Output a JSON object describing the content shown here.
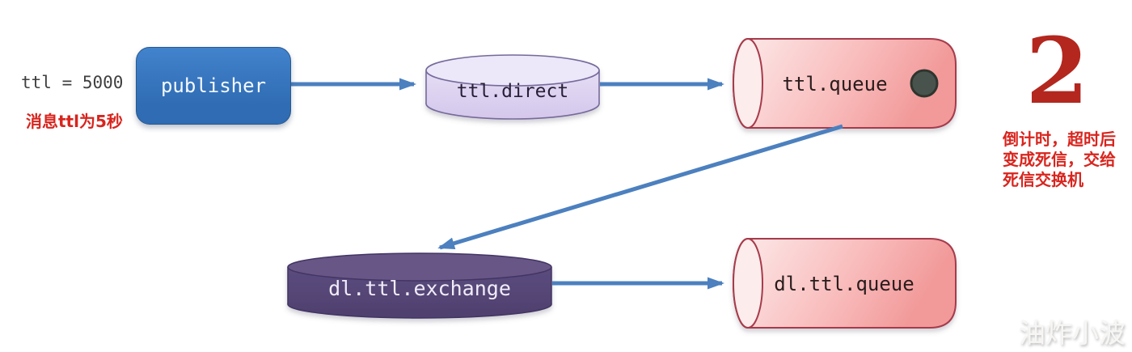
{
  "annotations": {
    "ttl_label": "ttl = 5000",
    "ttl_note": "消息ttl为5秒",
    "step_number": "2",
    "step_note": {
      "lines": [
        "倒计时，超时后",
        "变成死信，交给",
        "死信交换机"
      ]
    },
    "watermark": "油炸小波"
  },
  "nodes": {
    "publisher": {
      "label": "publisher",
      "type": "producer"
    },
    "ttl_direct": {
      "label": "ttl.direct",
      "type": "exchange"
    },
    "ttl_queue": {
      "label": "ttl.queue",
      "type": "queue",
      "has_message_dot": true
    },
    "dl_ttl_exchange": {
      "label": "dl.ttl.exchange",
      "type": "exchange"
    },
    "dl_ttl_queue": {
      "label": "dl.ttl.queue",
      "type": "queue",
      "has_message_dot": false
    }
  },
  "edges": [
    {
      "from": "publisher",
      "to": "ttl_direct"
    },
    {
      "from": "ttl_direct",
      "to": "ttl_queue"
    },
    {
      "from": "ttl_queue",
      "to": "dl_ttl_exchange"
    },
    {
      "from": "dl_ttl_exchange",
      "to": "dl_ttl_queue"
    }
  ],
  "colors": {
    "publisher_blue": "#2f6cb3",
    "arrow_blue": "#4c80bf",
    "lavender_fill": "#ddd2f0",
    "lavender_border": "#766a9b",
    "purple_fill": "#5b4b7e",
    "purple_border": "#423463",
    "pink_fill": "#f7b3b3",
    "pink_border": "#a63b4b",
    "dot_fill": "#4a534e",
    "accent_red": "#d8251e",
    "number_red": "#b3271f",
    "text_dark": "#3f3f3f",
    "watermark_white": "#f7f6f4"
  }
}
